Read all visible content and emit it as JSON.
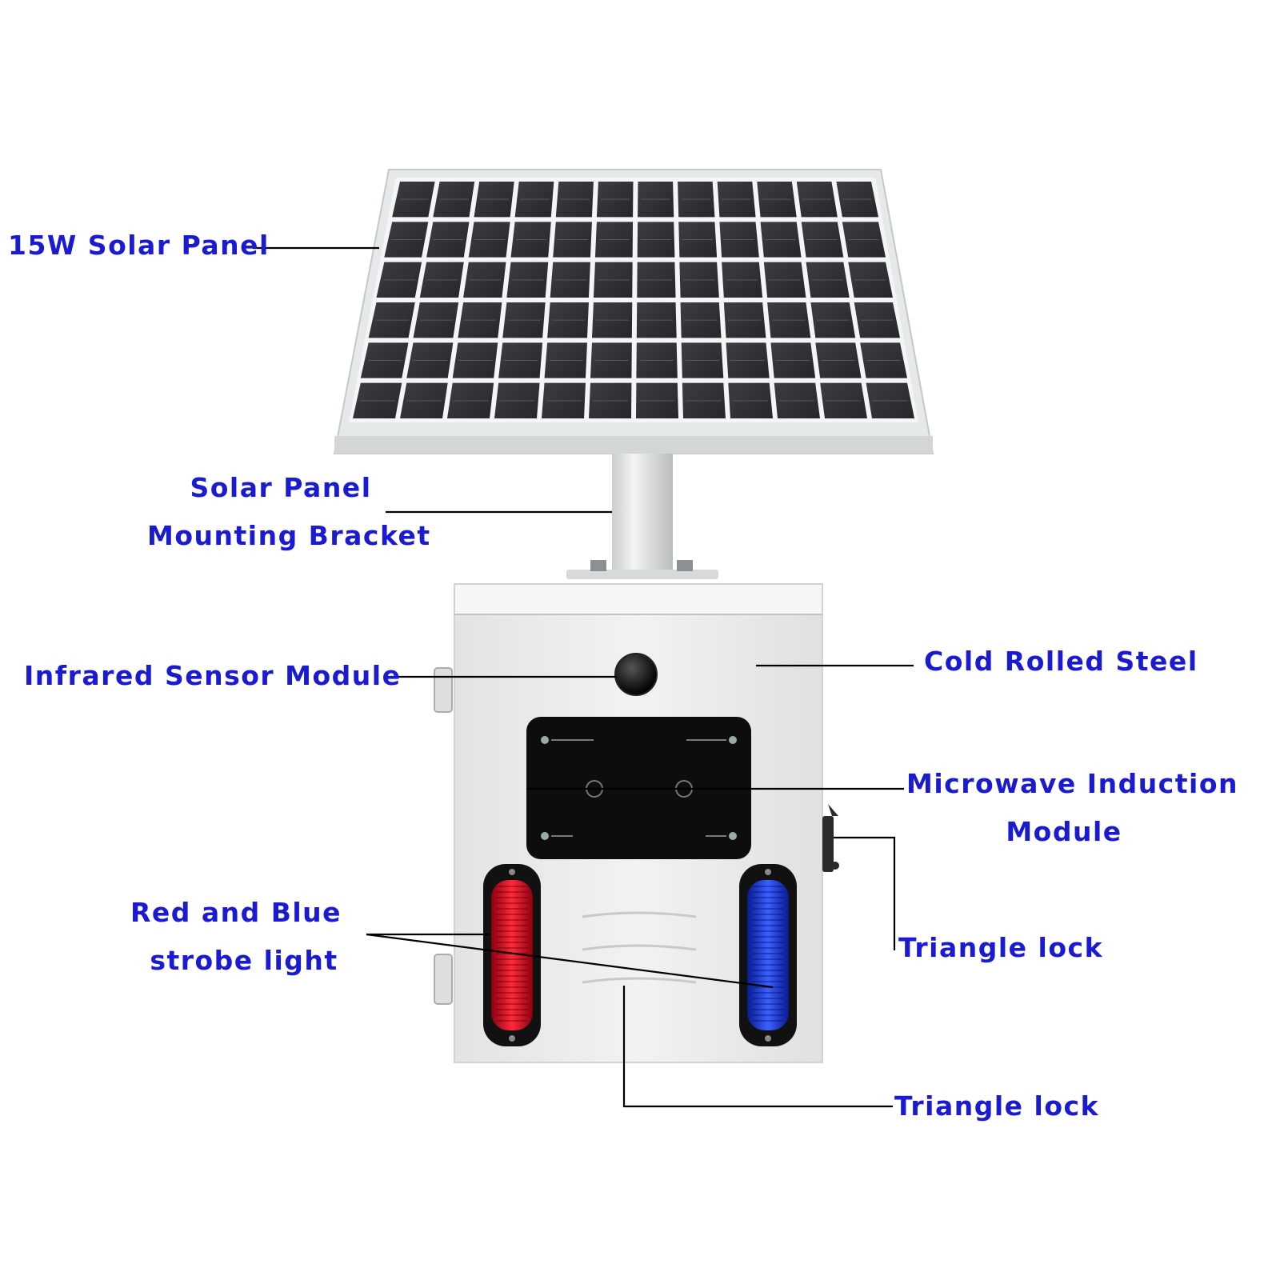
{
  "colors": {
    "label_text": "#1a1ad0",
    "leader_line": "#000000",
    "panel_frame": "#e6e9ea",
    "cell_dark": "#2d2f33",
    "enclosure": "#eef0ef",
    "radar_plate": "#0d0d0d",
    "strobe_red": "#e01020",
    "strobe_blue": "#1838e8"
  },
  "labels": {
    "solar_panel": "15W Solar Panel",
    "bracket_line1": "Solar Panel",
    "bracket_line2": "Mounting Bracket",
    "infrared": "Infrared Sensor Module",
    "cold_rolled": "Cold Rolled Steel",
    "microwave_line1": "Microwave Induction",
    "microwave_line2": "Module",
    "strobe_line1": "Red and Blue",
    "strobe_line2": "strobe light",
    "triangle_lock_side": "Triangle lock",
    "triangle_lock_bottom": "Triangle lock"
  }
}
